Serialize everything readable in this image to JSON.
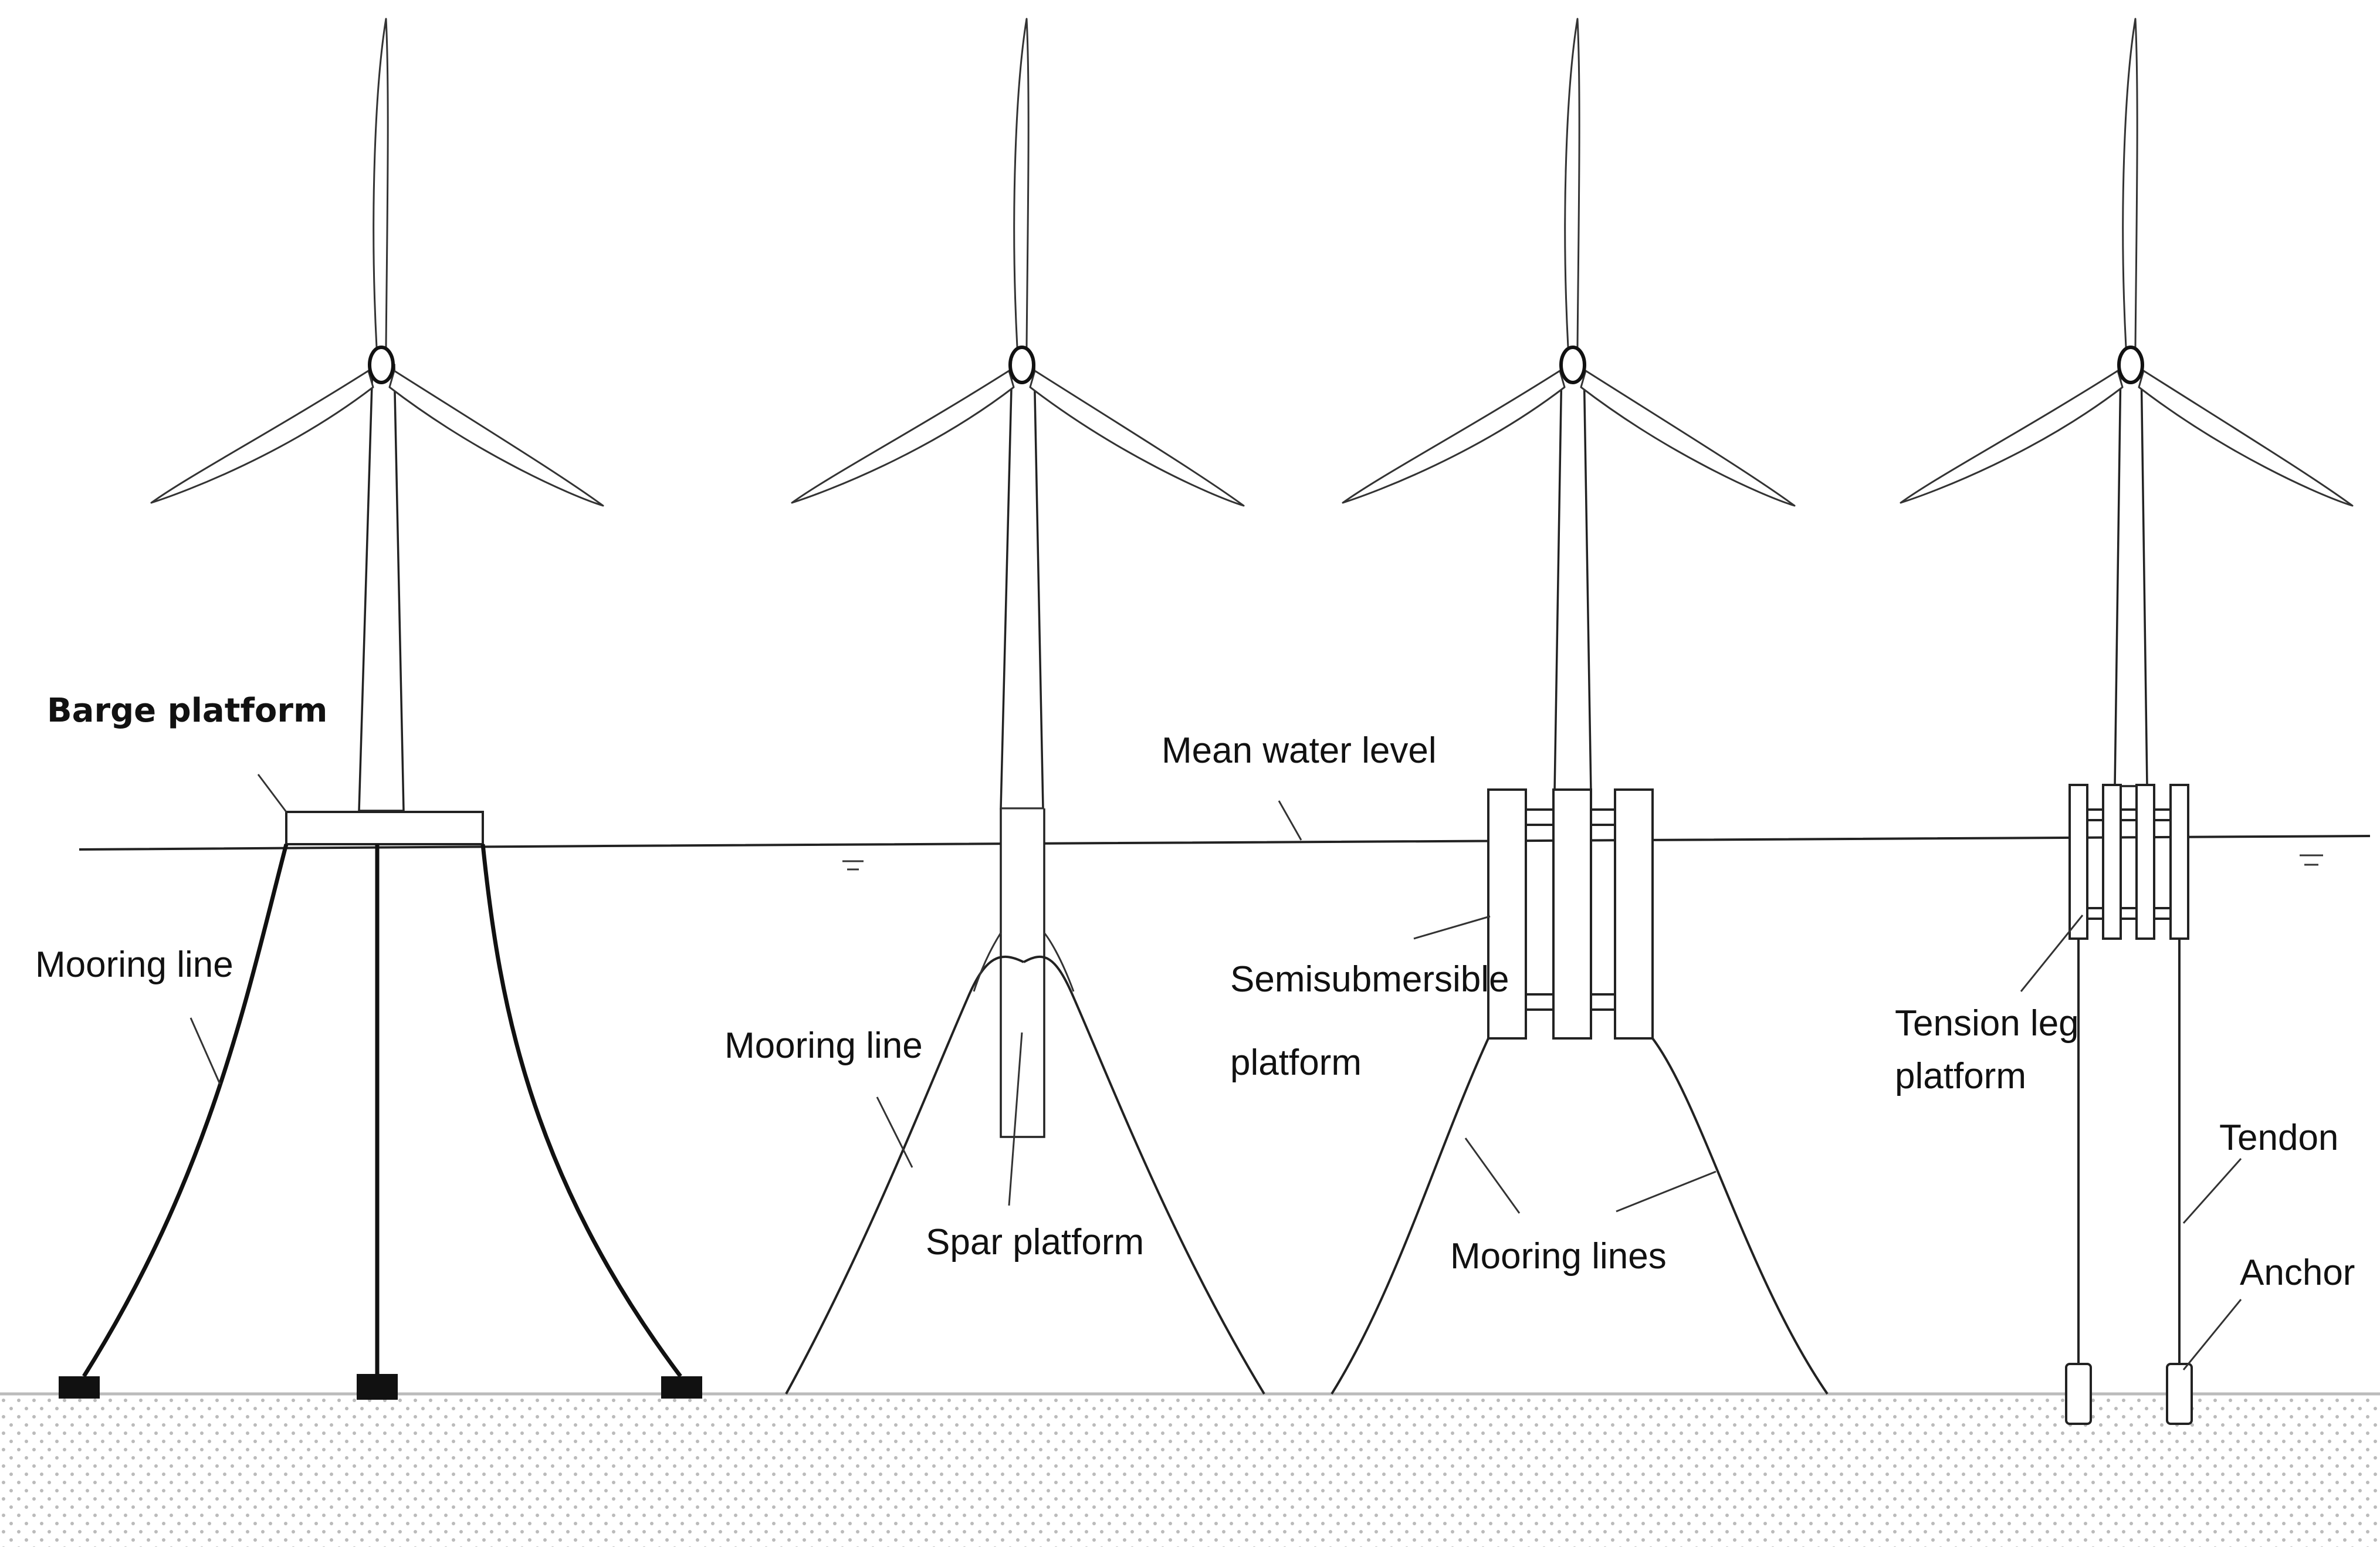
{
  "labels": {
    "barge_platform": "Barge platform",
    "mean_water_level": "Mean water level",
    "mooring_line_barge": "Mooring line",
    "mooring_line_spar": "Mooring line",
    "spar_platform": "Spar platform",
    "semisubmersible_line1": "Semisubmersible",
    "semisubmersible_line2": "platform",
    "mooring_lines": "Mooring lines",
    "tension_leg_line1": "Tension leg",
    "tension_leg_line2": "platform",
    "tendon": "Tendon",
    "anchor": "Anchor"
  },
  "colors": {
    "line": "#222222",
    "background": "#ffffff",
    "seabed_dots": "#bbbbbb"
  },
  "icons": {
    "water_level_marker": "water-level-symbol-icon",
    "anchor_block": "anchor-block-icon",
    "wind_turbine": "wind-turbine-icon"
  }
}
